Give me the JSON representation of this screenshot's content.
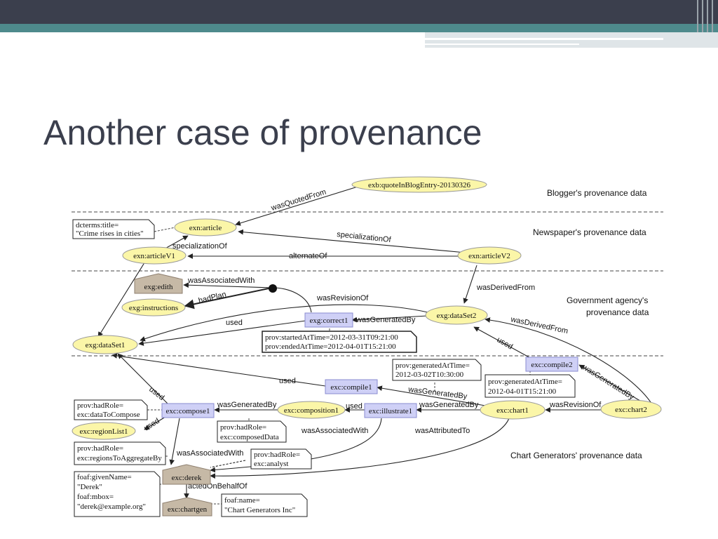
{
  "slide": {
    "title": "Another case of provenance"
  },
  "colors": {
    "entity_fill": "#fbf6a8",
    "activity_fill": "#cfd0f6",
    "agent_fill": "#c6b9a6",
    "header_dark": "#3b3f4d",
    "header_teal": "#4e8a8c"
  },
  "sections": {
    "blogger": "Blogger's provenance data",
    "newspaper": "Newspaper's provenance data",
    "government_1": "Government agency's",
    "government_2": "provenance data",
    "chartgen": "Chart Generators' provenance data"
  },
  "entities": {
    "quote": "exb:quoteInBlogEntry-20130326",
    "article": "exn:article",
    "articleV1": "exn:articleV1",
    "articleV2": "exn:articleV2",
    "dataSet2": "exg:dataSet2",
    "dataSet1": "exg:dataSet1",
    "instructions": "exg:instructions",
    "composition1": "exc:composition1",
    "chart1": "exc:chart1",
    "chart2": "exc:chart2",
    "regionList1": "exc:regionList1"
  },
  "activities": {
    "correct1": "exg:correct1",
    "compile1": "exc:compile1",
    "compile2": "exc:compile2",
    "compose1": "exc:compose1",
    "illustrate1": "exc:illustrate1"
  },
  "agents": {
    "edith": "exg:edith",
    "derek": "exc:derek",
    "chartgen": "exc:chartgen"
  },
  "notes": {
    "title_1": "dcterms:title=",
    "title_2": "\"Crime rises in cities\"",
    "correct_1": "prov:startedAtTime=2012-03-31T09:21:00",
    "correct_2": "prov:endedAtTime=2012-04-01T15:21:00",
    "compile1_1": "prov:generatedAtTime=",
    "compile1_2": "2012-03-02T10:30:00",
    "compile2_1": "prov:generatedAtTime=",
    "compile2_2": "2012-04-01T15:21:00",
    "role_compose_1": "prov:hadRole=",
    "role_compose_2": "exc:dataToCompose",
    "role_region_1": "prov:hadRole=",
    "role_region_2": "exc:regionsToAggregateBy",
    "role_composed_1": "prov:hadRole=",
    "role_composed_2": "exc:composedData",
    "role_analyst_1": "prov:hadRole=",
    "role_analyst_2": "exc:analyst",
    "derek_1": "foaf:givenName=",
    "derek_2": "\"Derek\"",
    "derek_3": "foaf:mbox=",
    "derek_4": "\"derek@example.org\"",
    "chartgen_1": "foaf:name=",
    "chartgen_2": "\"Chart Generators Inc\""
  },
  "edges": {
    "wasQuotedFrom": "wasQuotedFrom",
    "specializationOf_v2": "specializationOf",
    "specializationOf_v1": "specializationOf",
    "alternateOf": "alternateOf",
    "wasDerivedFrom_v2": "wasDerivedFrom",
    "wasAssociatedWith_edith": "wasAssociatedWith",
    "hadPlan": "hadPlan",
    "wasRevisionOf_ds": "wasRevisionOf",
    "wasGeneratedBy_ds2": "wasGeneratedBy",
    "used_correct": "used",
    "wasDerivedFrom_chart2": "wasDerivedFrom",
    "used_compile2": "used",
    "wasGeneratedBy_chart2": "wasGeneratedBy",
    "used_compile1": "used",
    "wasGeneratedBy_compile1": "wasGeneratedBy",
    "used_compose_ds1": "used",
    "used_compose_region": "used",
    "wasGeneratedBy_comp": "wasGeneratedBy",
    "used_illustrate": "used",
    "wasGeneratedBy_chart1": "wasGeneratedBy",
    "wasRevisionOf_chart": "wasRevisionOf",
    "wasAssociatedWith_illus": "wasAssociatedWith",
    "wasAttributedTo": "wasAttributedTo",
    "wasAssociatedWith_derek": "wasAssociatedWith",
    "actedOnBehalfOf": "actedOnBehalfOf"
  }
}
